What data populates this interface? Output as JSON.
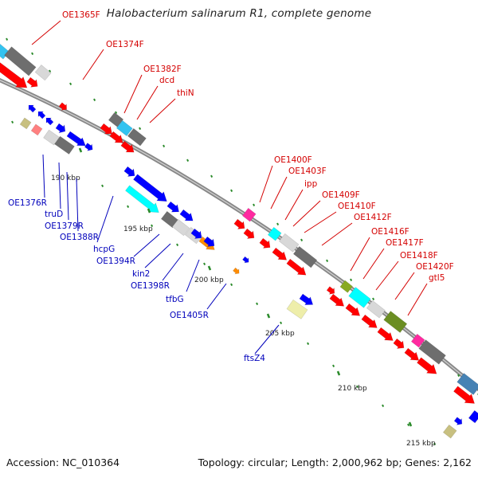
{
  "title": "Halobacterium salinarum R1, complete genome",
  "footer": {
    "accession": "Accession: NC_010364",
    "summary": "Topology: circular; Length: 2,000,962 bp; Genes: 2,162"
  },
  "colors": {
    "forward_label": "#d40000",
    "reverse_label": "#0000bb",
    "backbone": "#888888",
    "tick": "#2a8a2a"
  },
  "ticks": [
    {
      "label": "190 kbp"
    },
    {
      "label": "195 kbp"
    },
    {
      "label": "200 kbp"
    },
    {
      "label": "205 kbp"
    },
    {
      "label": "210 kbp"
    },
    {
      "label": "215 kbp"
    }
  ],
  "forward_labels": [
    {
      "text": "OE1365F"
    },
    {
      "text": "OE1374F"
    },
    {
      "text": "OE1382F"
    },
    {
      "text": "dcd"
    },
    {
      "text": "thiN"
    },
    {
      "text": "OE1400F"
    },
    {
      "text": "OE1403F"
    },
    {
      "text": "ipp"
    },
    {
      "text": "OE1409F"
    },
    {
      "text": "OE1410F"
    },
    {
      "text": "OE1412F"
    },
    {
      "text": "OE1416F"
    },
    {
      "text": "OE1417F"
    },
    {
      "text": "OE1418F"
    },
    {
      "text": "OE1420F"
    },
    {
      "text": "gtl5"
    }
  ],
  "reverse_labels": [
    {
      "text": "OE1376R"
    },
    {
      "text": "truD"
    },
    {
      "text": "OE1379R"
    },
    {
      "text": "OE1388R"
    },
    {
      "text": "hcpG"
    },
    {
      "text": "OE1394R"
    },
    {
      "text": "kin2"
    },
    {
      "text": "OE1398R"
    },
    {
      "text": "tfbG"
    },
    {
      "text": "OE1405R"
    },
    {
      "text": "ftsZ4"
    }
  ]
}
